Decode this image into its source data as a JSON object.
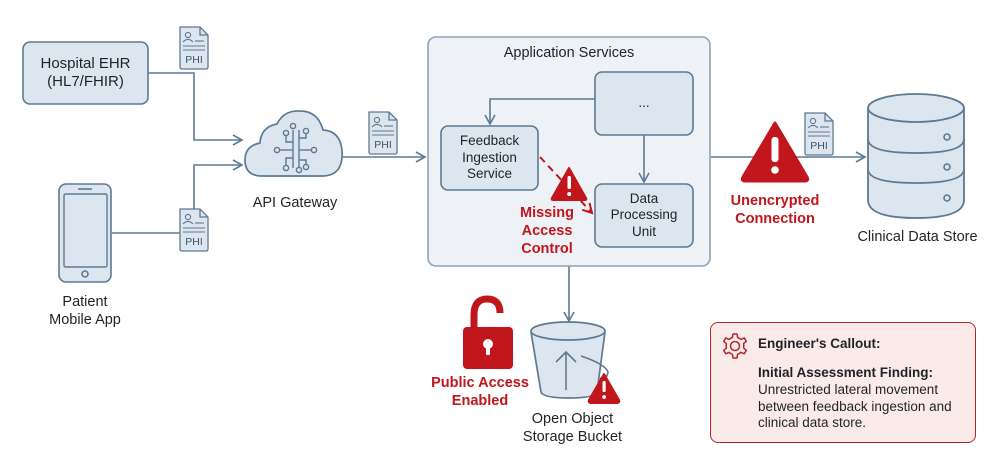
{
  "diagram": {
    "title": "Healthcare data flow security assessment",
    "colors": {
      "stroke": "#5d7a94",
      "fill": "#dde6ee",
      "container_fill": "#eef2f6",
      "alert": "#c0161c",
      "callout_bg": "#fbeaea",
      "callout_border": "#b0262b"
    },
    "nodes": {
      "hospital_ehr": {
        "line1": "Hospital EHR",
        "line2": "(HL7/FHIR)"
      },
      "patient_app": {
        "line1": "Patient",
        "line2": "Mobile App"
      },
      "api_gateway": {
        "label": "API Gateway"
      },
      "app_services": {
        "title": "Application Services",
        "unnamed_service": "...",
        "feedback_service": {
          "line1": "Feedback",
          "line2": "Ingestion",
          "line3": "Service"
        },
        "data_processing": {
          "line1": "Data",
          "line2": "Processing",
          "line3": "Unit"
        }
      },
      "clinical_store": {
        "label": "Clinical Data Store"
      },
      "bucket": {
        "line1": "Open Object",
        "line2": "Storage Bucket"
      }
    },
    "phi_badges": [
      "PHI",
      "PHI",
      "PHI",
      "PHI"
    ],
    "alerts": {
      "missing_access": {
        "line1": "Missing",
        "line2": "Access",
        "line3": "Control"
      },
      "unencrypted": {
        "line1": "Unencrypted",
        "line2": "Connection"
      },
      "public_access": {
        "line1": "Public Access",
        "line2": "Enabled"
      }
    },
    "callout": {
      "title": "Engineer's Callout:",
      "finding_title": "Initial Assessment Finding:",
      "finding_body": "Unrestricted lateral movement between feedback ingestion and clinical data store."
    }
  }
}
